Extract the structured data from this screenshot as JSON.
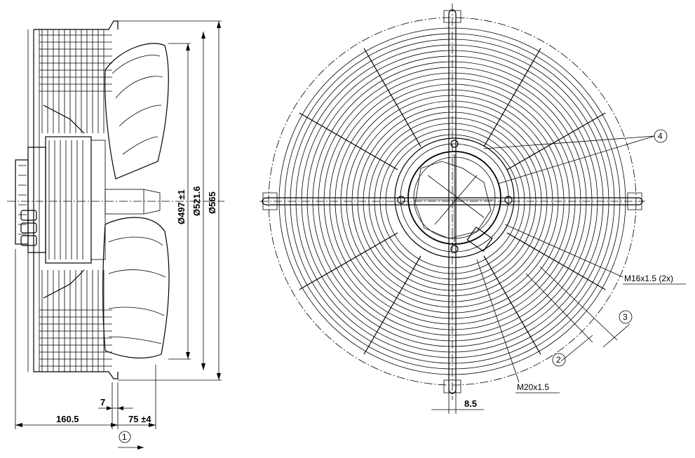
{
  "side_view": {
    "dim_diameter_inner": "Ø497 ±1",
    "dim_diameter_mid": "Ø521.6",
    "dim_diameter_outer": "Ø565",
    "dim_depth_total": "160.5",
    "dim_guard_offset": "7",
    "dim_blade_depth": "75 ±4",
    "flow_callout": "1"
  },
  "front_view": {
    "thread_cable_glands": "M16x1.5 (2x)",
    "thread_main_gland": "M20x1.5",
    "dim_strut_width": "8.5",
    "callout_2": "2",
    "callout_3": "3",
    "callout_4": "4"
  }
}
